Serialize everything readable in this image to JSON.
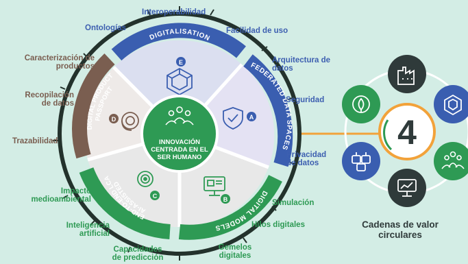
{
  "center": {
    "line1": "INNOVACIÓN",
    "line2": "CENTRADA EN EL",
    "line3": "SER HUMANO",
    "icon": "people-group-icon"
  },
  "segments": [
    {
      "key": "digitalisation",
      "title": "DIGITALISATION",
      "letter": "E",
      "color": "#3a5eb0",
      "icon": "cube-icon"
    },
    {
      "key": "federated",
      "title": "FEDERATED DATA SPACES",
      "letter": "A",
      "color": "#3a5eb0",
      "icon": "shield-check-icon"
    },
    {
      "key": "digital_models",
      "title": "DIGITAL MODELS",
      "letter": "B",
      "color": "#2e9a54",
      "icon": "monitor-icon"
    },
    {
      "key": "ai_lca",
      "title_line1": "AI-ASSISTED",
      "title_line2": "END-TO-END LCA",
      "letter": "C",
      "color": "#2e9a54",
      "icon": "target-icon"
    },
    {
      "key": "passport",
      "title_line1": "DIGITAL PRODUCT",
      "title_line2": "PASSPORT",
      "letter": "D",
      "color": "#7a5e50",
      "icon": "recycle-icon"
    }
  ],
  "labels": {
    "interoperabilidad": "Interoperabilidad",
    "ontologias": "Ontologías",
    "facilidad": "Facilidad de uso",
    "arquitectura_1": "Arquitectura  de",
    "arquitectura_2": "datos",
    "seguridad": "Seguridad",
    "privacidad_1": "Privacidad",
    "privacidad_2": "de datos",
    "simulacion": "Simulación",
    "hilos": "Hilos digitales",
    "gemelos_1": "Gemelos",
    "gemelos_2": "digitales",
    "capacidades_1": "Capacidades",
    "capacidades_2": "de predicción",
    "inteligencia_1": "Inteligencia",
    "inteligencia_2": "artificial",
    "impacto_1": "Impacto",
    "impacto_2": "medioambiental",
    "trazabilidad": "Trazabilidad",
    "recopilacion_1": "Recopilación",
    "recopilacion_2": "de datos",
    "caracterizacion_1": "Caracterización de",
    "caracterizacion_2": "productos"
  },
  "circular": {
    "number": "4",
    "label_line1": "Cadenas de valor",
    "label_line2": "circulares",
    "satellites": [
      {
        "icon": "factory-icon",
        "color": "#2f3a3a"
      },
      {
        "icon": "cube-icon",
        "color": "#3a5eb0"
      },
      {
        "icon": "people-group-icon",
        "color": "#2e9a54"
      },
      {
        "icon": "monitor-icon",
        "color": "#2f3a3a"
      },
      {
        "icon": "robot-icon",
        "color": "#3a5eb0"
      },
      {
        "icon": "recycle-icon",
        "color": "#2e9a54"
      }
    ]
  },
  "colors": {
    "blue": "#3a5eb0",
    "green": "#2e9a54",
    "brown": "#7a5e50",
    "orange": "#f2a23a",
    "background": "#d3ede5"
  }
}
